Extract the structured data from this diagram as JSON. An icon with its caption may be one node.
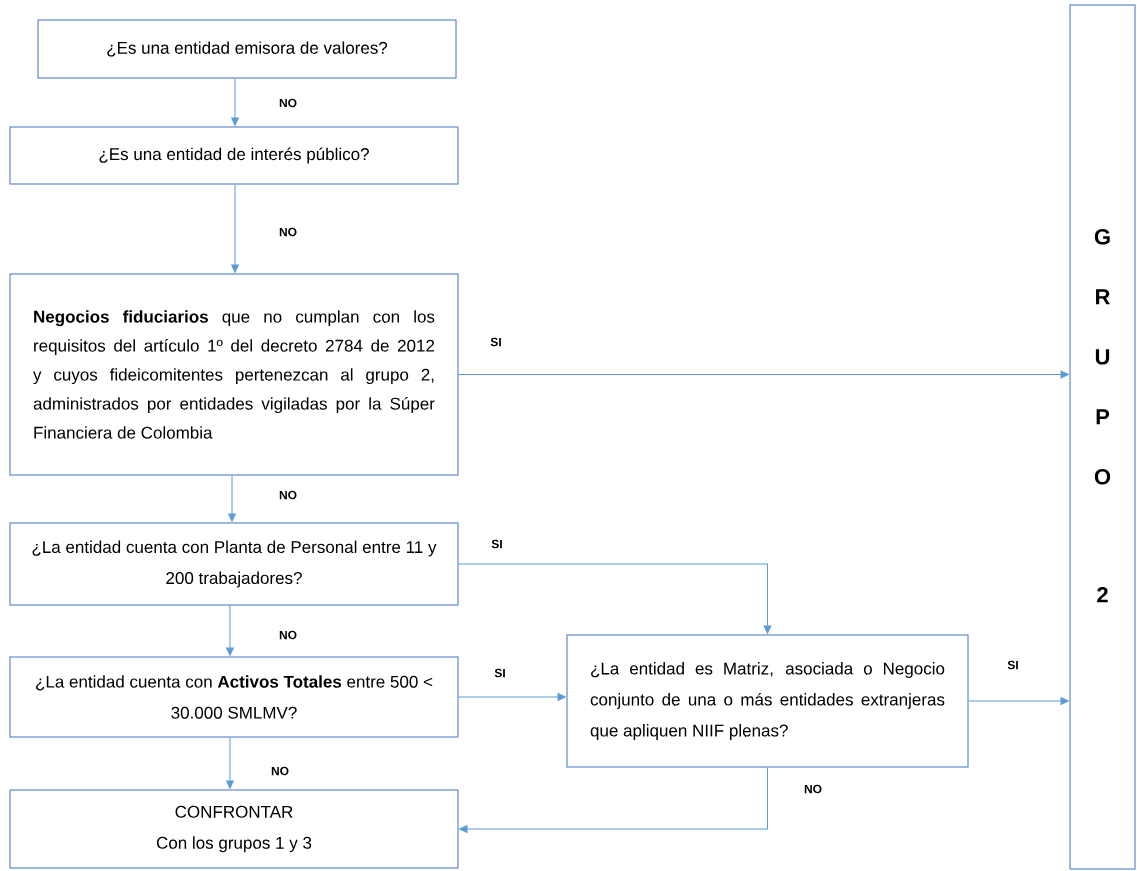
{
  "diagram": {
    "nodes": [
      {
        "text": [
          "¿Es una entidad emisora de valores?"
        ]
      },
      {
        "text": [
          "¿Es una entidad de interés público?"
        ]
      },
      {
        "text": [
          "**Negocios fiduciarios** que no cumplan con los requisitos del artículo 1º del decreto 2784 de 2012 y cuyos fideicomitentes pertenezcan al grupo 2, administrados por entidades vigiladas por la Súper Financiera de Colombia"
        ]
      },
      {
        "text": [
          "¿La entidad cuenta con Planta de Personal entre 11 y 200 trabajadores?"
        ]
      },
      {
        "text": [
          "¿La entidad cuenta con **Activos Totales** entre 500 < 30.000 SMLMV?"
        ]
      },
      {
        "text": [
          "¿La entidad es Matriz, asociada o Negocio conjunto de una o más entidades extranjeras que apliquen NIIF plenas?"
        ]
      },
      {
        "text": [
          "CONFRONTAR",
          "Con los grupos 1 y 3"
        ]
      },
      {
        "text": [
          "G",
          "R",
          "U",
          "P",
          "O",
          "2"
        ]
      }
    ],
    "edges": [
      {
        "from": 0,
        "to": 1,
        "arrow": "to",
        "label": "NO"
      },
      {
        "from": 1,
        "to": 2,
        "arrow": "to",
        "label": "NO"
      },
      {
        "from": 2,
        "to": 7,
        "arrow": "to",
        "label": "SI"
      },
      {
        "from": 2,
        "to": 3,
        "arrow": "to",
        "label": "NO"
      },
      {
        "from": 3,
        "to": 5,
        "arrow": "to",
        "label": "SI"
      },
      {
        "from": 3,
        "to": 4,
        "arrow": "to",
        "label": "NO"
      },
      {
        "from": 4,
        "to": 5,
        "arrow": "to",
        "label": "SI"
      },
      {
        "from": 5,
        "to": 7,
        "arrow": "to",
        "label": "SI"
      },
      {
        "from": 4,
        "to": 6,
        "arrow": "to",
        "label": "NO"
      },
      {
        "from": 5,
        "to": 6,
        "arrow": "to",
        "label": "NO"
      }
    ]
  }
}
